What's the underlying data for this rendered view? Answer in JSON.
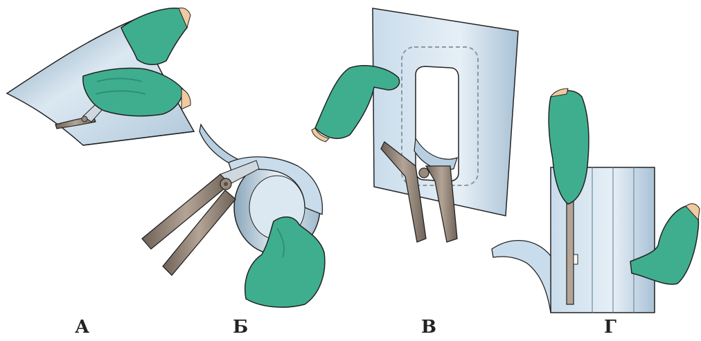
{
  "labels": {
    "a": "А",
    "b": "Б",
    "v": "В",
    "g": "Г"
  },
  "colors": {
    "glove": "#3fae8f",
    "glove_shadow": "#2f8f74",
    "skin": "#f0c9a0",
    "sheet_light": "#e3eef6",
    "sheet_mid": "#b7cfe0",
    "sheet_dark": "#7f9fb6",
    "tool": "#8a7a6c",
    "tool_dark": "#5b4f45",
    "outline": "#222222"
  },
  "icons": [
    "glove-hand-icon",
    "tin-snips-icon",
    "metal-sheet-icon",
    "scriber-tool-icon"
  ]
}
